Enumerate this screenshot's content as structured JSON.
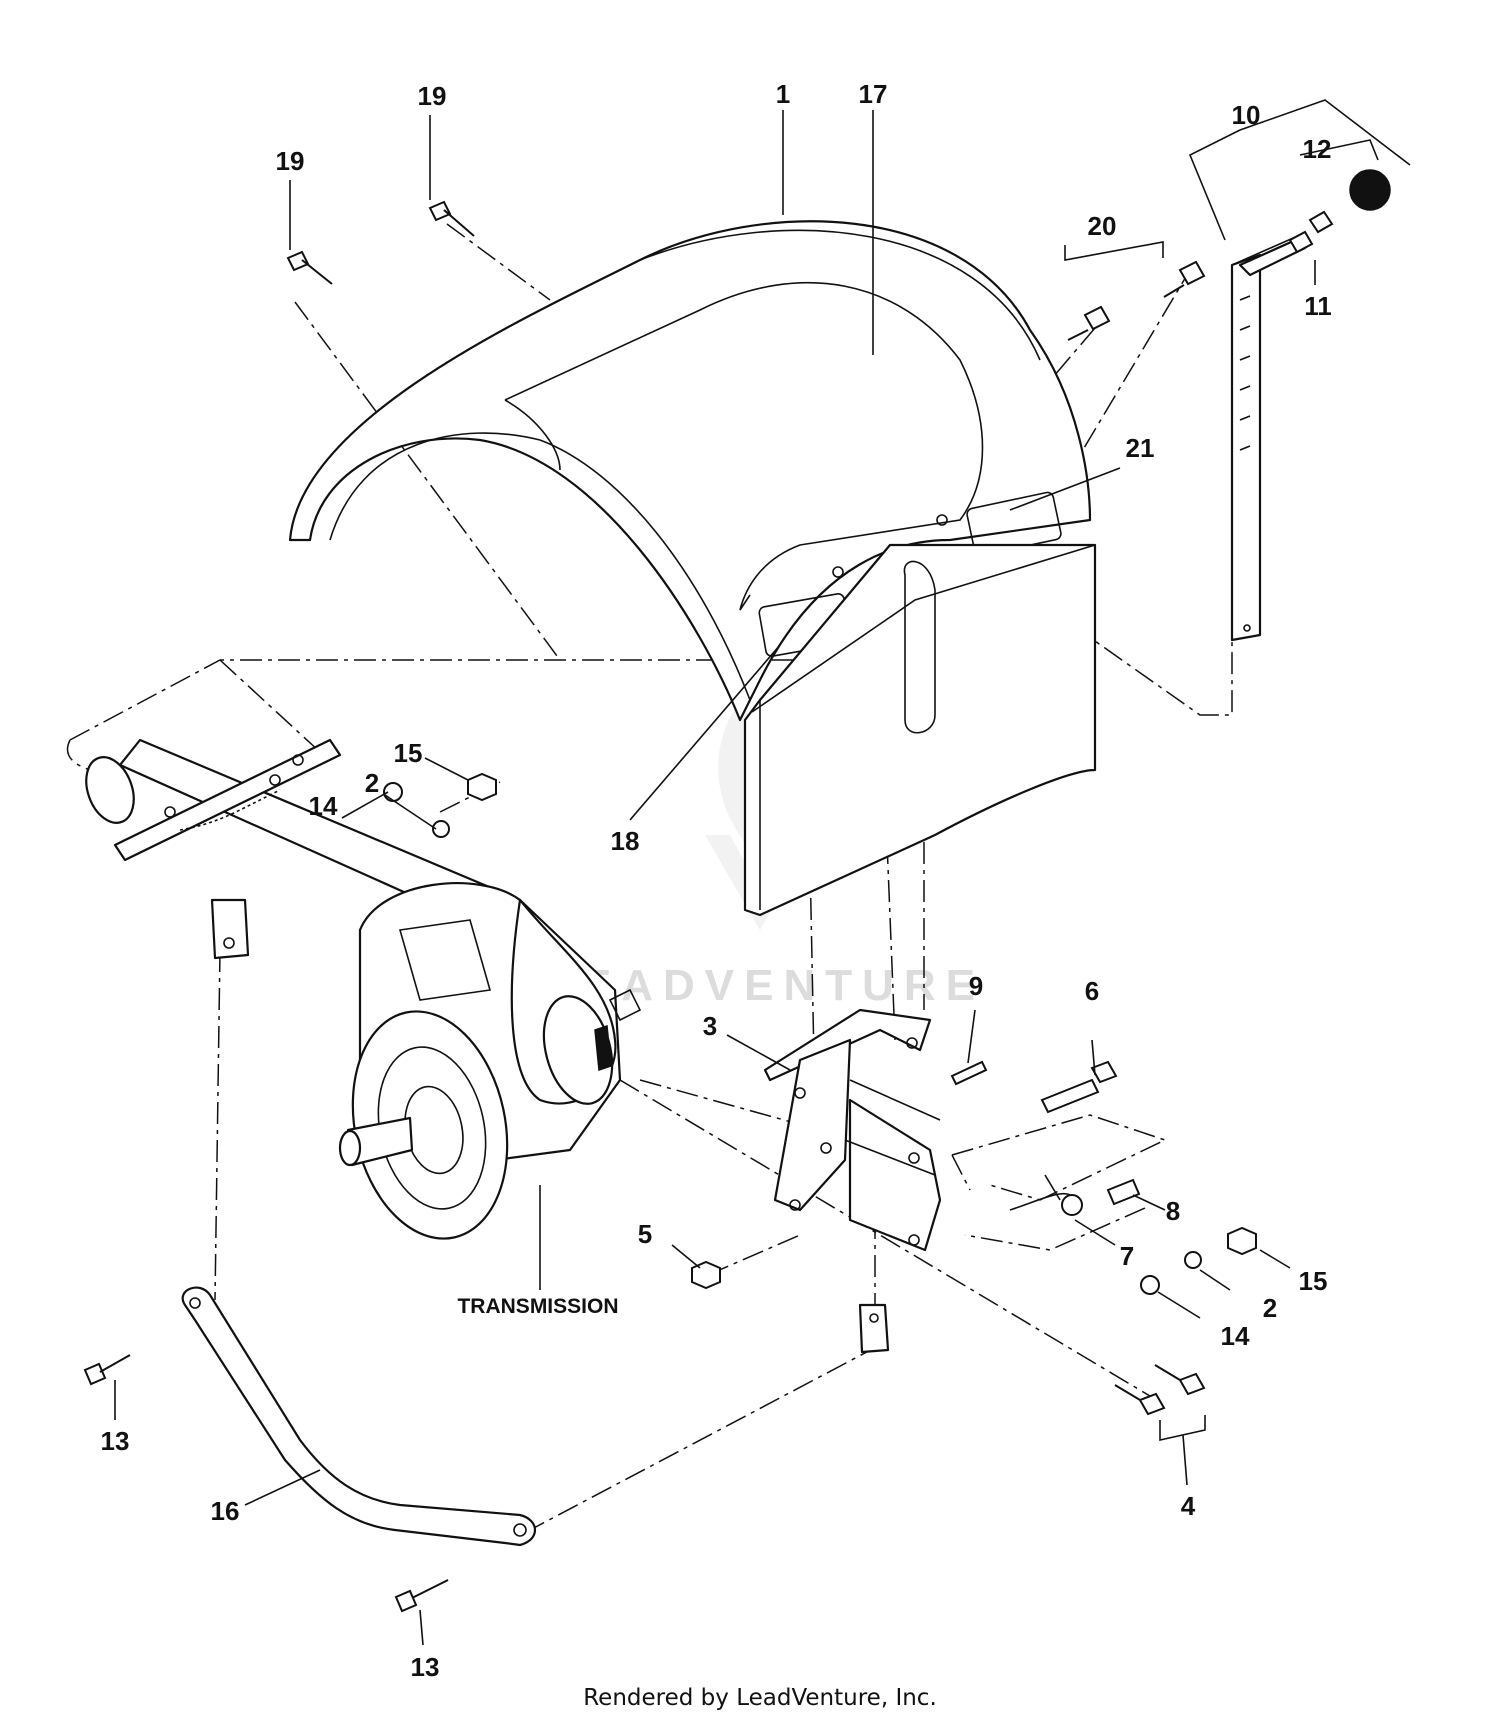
{
  "diagram": {
    "callouts": {
      "c1": "1",
      "c2a": "2",
      "c2b": "2",
      "c3": "3",
      "c4": "4",
      "c5": "5",
      "c6": "6",
      "c7": "7",
      "c8": "8",
      "c9": "9",
      "c10": "10",
      "c11": "11",
      "c12": "12",
      "c13a": "13",
      "c13b": "13",
      "c14a": "14",
      "c14b": "14",
      "c15a": "15",
      "c15b": "15",
      "c16": "16",
      "c17": "17",
      "c18": "18",
      "c19a": "19",
      "c19b": "19",
      "c20": "20",
      "c21": "21"
    },
    "transmission_label": "TRANSMISSION",
    "watermark": "LEADVENTURE"
  },
  "footer": {
    "credit": "Rendered by LeadVenture, Inc."
  }
}
